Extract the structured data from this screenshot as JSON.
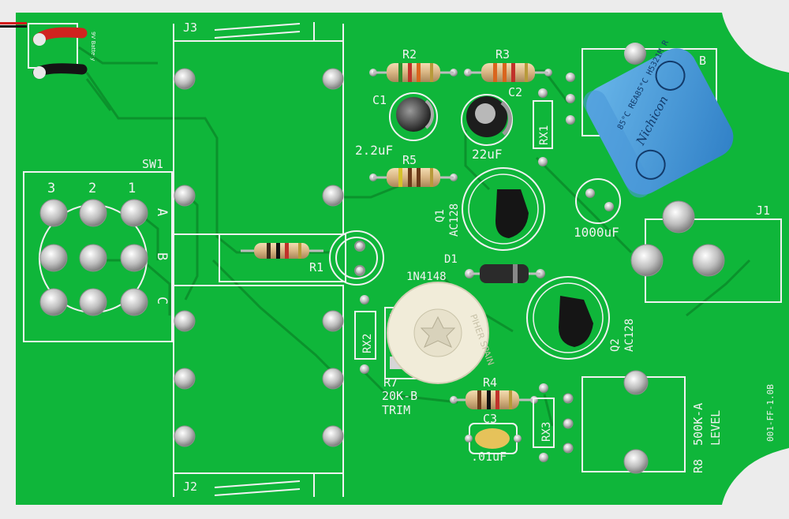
{
  "board": {
    "version": "001-FF-1.0B",
    "battery_label": "9V Battery",
    "colors": {
      "pcb": "#0fb63a",
      "pcb_dark": "#0a9a30",
      "trace": "#0b8c2a",
      "silk": "#f2f2f2",
      "pad": "#c9c9c9"
    }
  },
  "labels": {
    "j1": "J1",
    "j2": "J2",
    "j3": "J3",
    "sw1": "SW1",
    "sw_cols": [
      "3",
      "2",
      "1"
    ],
    "sw_rows": [
      "A",
      "B",
      "C"
    ],
    "r1": "R1",
    "r2": "R2",
    "r3": "R3",
    "r4": "R4",
    "r5": "R5",
    "rx1": "RX1",
    "rx2": "RX2",
    "rx3": "RX3",
    "c1": "C1",
    "c1_val": "2.2uF",
    "c2": "C2",
    "c2_val": "22uF",
    "c3": "C3",
    "c3_val": ".01uF",
    "c4_val": "1000uF",
    "q1": "Q1",
    "q1_type": "AC128",
    "q2": "Q2",
    "q2_type": "AC128",
    "d1": "D1",
    "d1_type": "1N4148",
    "r7": "R7",
    "r7_val": "20K-B",
    "r7_note": "TRIM",
    "r8": "R8",
    "r8_val": "500K-A",
    "r8_note": "LEVEL",
    "b_label": "B"
  },
  "parts": {
    "trimmer_brand": "PIHER SPAIN",
    "cap_brand": "Nichicon",
    "cap_text": "85°C  REA85°C  H5321M  R"
  }
}
